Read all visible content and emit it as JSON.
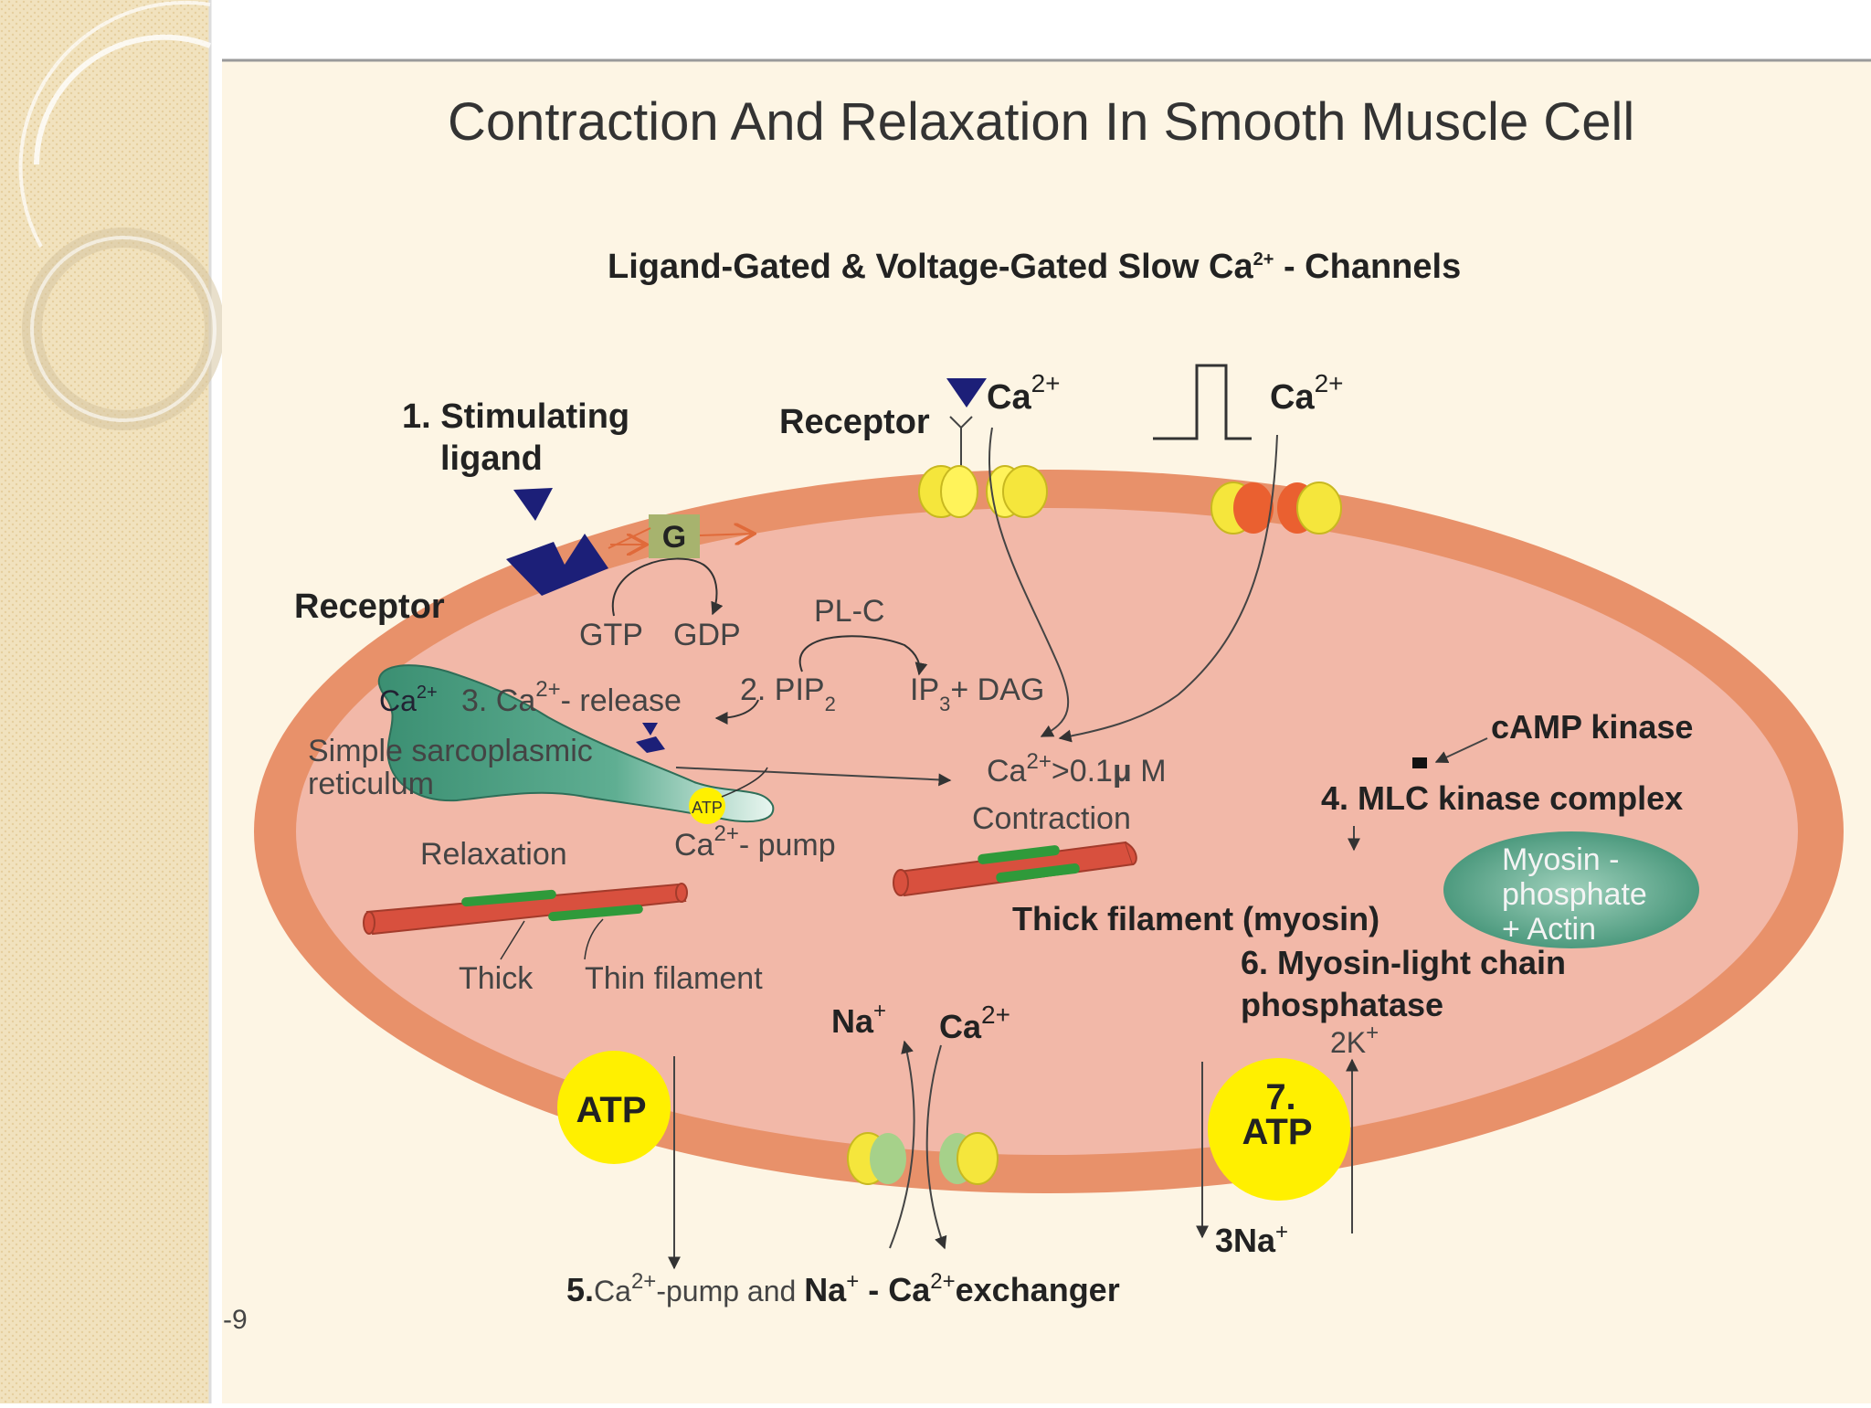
{
  "title": "Contraction And Relaxation In Smooth Muscle Cell",
  "slide_number": "-9",
  "colors": {
    "sidebar": "#f1e2be",
    "slide_bg": "#fdf5e4",
    "membrane": "#e8916a",
    "cytoplasm": "#f2b8a8",
    "channel_yellow": "#f5e63c",
    "channel_orange": "#ea6030",
    "channel_green": "#a6d18a",
    "sr_green": "#3f9c7d",
    "muscle_red": "#d8503e",
    "filament_green": "#2f9a3a",
    "atp_yellow": "#fff000",
    "ligand_navy": "#1c1f78",
    "g_protein": "#a7b36e"
  },
  "heading": {
    "prefix": "Ligand-Gated & Voltage-Gated Slow Ca",
    "sup": "2+",
    "suffix": " - Channels"
  },
  "labels": {
    "stimulating_ligand_1": "1. Stimulating",
    "stimulating_ligand_2": "ligand",
    "receptor_left": "Receptor",
    "receptor_top": "Receptor",
    "g_protein": "G",
    "gtp": "GTP",
    "gdp": "GDP",
    "plc": "PL-C",
    "ca_top1": "Ca",
    "ca_top1_sup": "2+",
    "ca_top2": "Ca",
    "ca_top2_sup": "2+",
    "sr_ca": "Ca",
    "sr_ca_sup": "2+",
    "ca_release_prefix": "3. Ca",
    "ca_release_sup": "2+",
    "ca_release_suffix": "- release",
    "pip_prefix": "2. PIP",
    "pip_sub": "2",
    "ip3_prefix": "IP",
    "ip3_sub": "3",
    "ip3_suffix": "+ DAG",
    "sr_1": "Simple sarcoplasmic",
    "sr_2": "reticulum",
    "ca_conc_prefix": "Ca",
    "ca_conc_sup": "2+",
    "ca_conc_mid": ">0.1",
    "ca_conc_mu": "μ",
    "ca_conc_unit": " M",
    "atp_small": "ATP",
    "ca_pump_prefix": "Ca",
    "ca_pump_sup": "2+",
    "ca_pump_suffix": "- pump",
    "contraction": "Contraction",
    "relaxation": "Relaxation",
    "thick": "Thick",
    "thin_filament": "Thin filament",
    "thick_filament": "Thick filament (myosin)",
    "camp": "cAMP kinase",
    "mlc": "4. MLC kinase complex",
    "myosin_1": "Myosin -",
    "myosin_2": "phosphate",
    "myosin_3": "+ Actin",
    "mlcp_1": "6. Myosin-light chain",
    "mlcp_2": "phosphatase",
    "k_prefix": "2K",
    "k_sup": "+",
    "na_bottom": "Na",
    "na_bottom_sup": "+",
    "ca_bottom": "Ca",
    "ca_bottom_sup": "2+",
    "atp_left": "ATP",
    "atp7_num": "7.",
    "atp7": "ATP",
    "na3_prefix": "3Na",
    "na3_sup": "+",
    "footer_5": "5.",
    "footer_ca": "Ca",
    "footer_ca_sup": "2+",
    "footer_pump": "-pump and ",
    "footer_na": "Na",
    "footer_na_sup": "+",
    "footer_dash": " - Ca",
    "footer_ca2_sup": "2+",
    "footer_exch": "exchanger"
  }
}
